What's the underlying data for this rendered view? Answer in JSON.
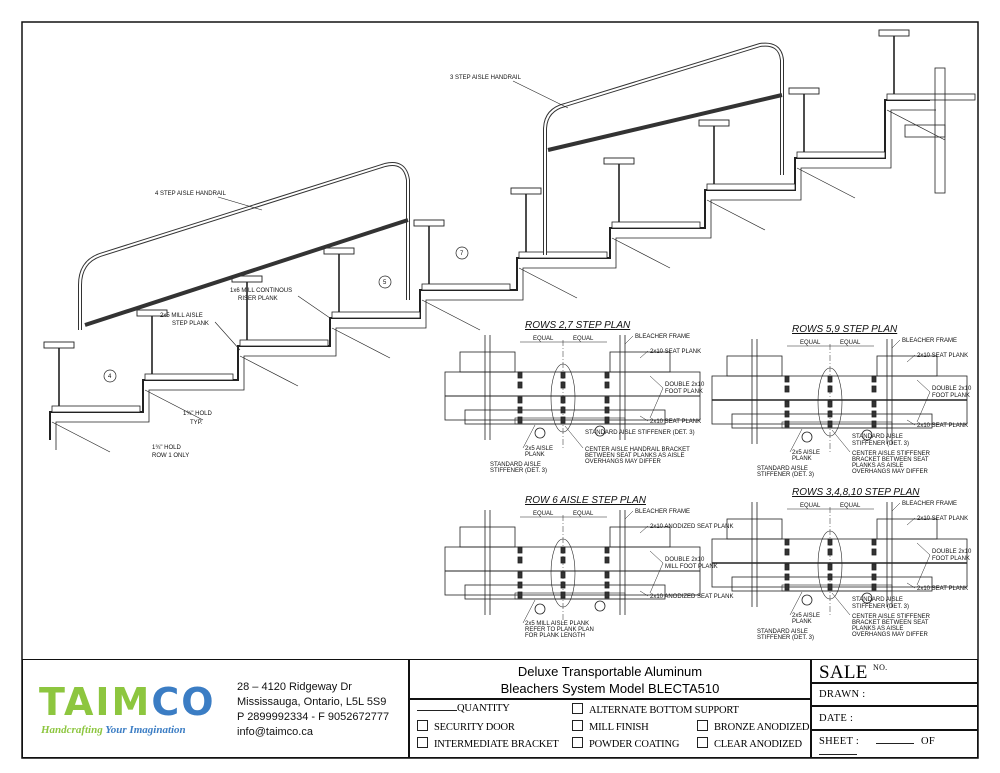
{
  "drawing": {
    "handrail_3_label": "3 STEP AISLE HANDRAIL",
    "handrail_4_label": "4 STEP AISLE HANDRAIL",
    "riser_label": [
      "1x6 MILL CONTINOUS",
      "RISER PLANK"
    ],
    "step_plank_label": [
      "2x5 MILL AISLE",
      "STEP PLANK"
    ],
    "hold_typ_label": [
      "1¾\" HOLD",
      "TYP."
    ],
    "hold_row1_label": [
      "1¾\" HOLD",
      "ROW 1 ONLY"
    ],
    "detail_bubbles": [
      "4",
      "5",
      "7"
    ],
    "plans": [
      {
        "title": "ROWS 2,7 STEP PLAN",
        "equal": "EQUAL",
        "frame": "BLEACHER FRAME",
        "seat_top": "2x10 SEAT PLANK",
        "foot": [
          "DOUBLE 2x10",
          "FOOT PLANK"
        ],
        "seat_bottom": "2x10 SEAT PLANK",
        "aisle": [
          "2x5 AISLE",
          "PLANK"
        ],
        "stiffener_left": [
          "STANDARD AISLE",
          "STIFFENER (DET. 3)"
        ],
        "stiffener_right": [
          "STANDARD AISLE STIFFENER (DET. 3)"
        ],
        "center": [
          "CENTER AISLE HANDRAIL BRACKET",
          "BETWEEN SEAT PLANKS AS AISLE",
          "OVERHANGS MAY DIFFER"
        ]
      },
      {
        "title": "ROWS 5,9 STEP PLAN",
        "equal": "EQUAL",
        "frame": "BLEACHER FRAME",
        "seat_top": "2x10 SEAT PLANK",
        "foot": [
          "DOUBLE 2x10",
          "FOOT PLANK"
        ],
        "seat_bottom": "2x10 SEAT PLANK",
        "aisle": [
          "2x5 AISLE",
          "PLANK"
        ],
        "stiffener_left": [
          "STANDARD AISLE",
          "STIFFENER (DET. 3)"
        ],
        "stiffener_right": [
          "STANDARD AISLE",
          "STIFFENER (DET. 3)"
        ],
        "center": [
          "CENTER AISLE STIFFENER",
          "BRACKET BETWEEN SEAT",
          "PLANKS AS AISLE",
          "OVERHANGS MAY DIFFER"
        ]
      },
      {
        "title": "ROW 6 AISLE STEP PLAN",
        "equal": "EQUAL",
        "frame": "BLEACHER FRAME",
        "seat_top": "2x10 ANODIZED SEAT PLANK",
        "foot": [
          "DOUBLE 2x10",
          "MILL FOOT PLANK"
        ],
        "seat_bottom": "2x10 ANODIZED SEAT PLANK",
        "aisle": [
          "2x5 MILL AISLE PLANK",
          "REFER TO PLANK PLAN",
          "FOR PLANK LENGTH"
        ],
        "stiffener_left": [],
        "stiffener_right": [],
        "center": []
      },
      {
        "title": "ROWS 3,4,8,10 STEP PLAN",
        "equal": "EQUAL",
        "frame": "BLEACHER FRAME",
        "seat_top": "2x10 SEAT PLANK",
        "foot": [
          "DOUBLE 2x10",
          "FOOT PLANK"
        ],
        "seat_bottom": "2x10 SEAT PLANK",
        "aisle": [
          "2x5 AISLE",
          "PLANK"
        ],
        "stiffener_left": [
          "STANDARD AISLE",
          "STIFFENER (DET. 3)"
        ],
        "stiffener_right": [
          "STANDARD AISLE",
          "STIFFENER (DET. 3)"
        ],
        "center": [
          "CENTER AISLE STIFFENER",
          "BRACKET BETWEEN SEAT",
          "PLANKS AS AISLE",
          "OVERHANGS MAY DIFFER"
        ]
      }
    ]
  },
  "title_block": {
    "logo": {
      "text_green": "TAIM",
      "text_blue": "CO",
      "tagline_green": "Handcrafting ",
      "tagline_blue": "Your Imagination",
      "green": "#8dc63f",
      "blue": "#3b7dc4"
    },
    "address": [
      "28 – 4120 Ridgeway Dr",
      "Mississauga, Ontario, L5L 5S9",
      "P 2899992334 - F 9052672777",
      "info@taimco.ca"
    ],
    "title": [
      "Deluxe Transportable Aluminum",
      "Bleachers System Model BLECTA510"
    ],
    "quantity_label": "QUANTITY",
    "options": [
      {
        "label": "SECURITY DOOR",
        "checked": false
      },
      {
        "label": "INTERMEDIATE BRACKET",
        "checked": false
      },
      {
        "label": "ALTERNATE BOTTOM SUPPORT",
        "checked": false
      },
      {
        "label": "MILL FINISH",
        "checked": false
      },
      {
        "label": "POWDER COATING",
        "checked": false
      },
      {
        "label": "BRONZE ANODIZED",
        "checked": false
      },
      {
        "label": "CLEAR ANODIZED",
        "checked": false
      }
    ],
    "sale_label": "SALE",
    "no_label": "NO.",
    "drawn_label": "DRAWN :",
    "date_label": "DATE :",
    "sheet_label": "SHEET :",
    "of_label": "OF"
  }
}
